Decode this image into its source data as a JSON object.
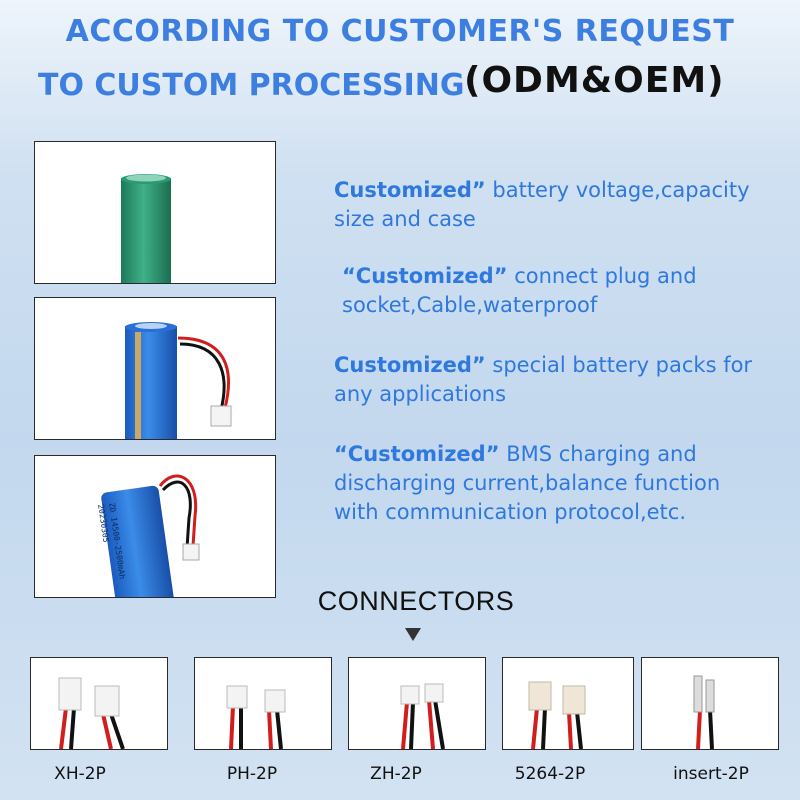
{
  "header": {
    "line1": "ACCORDING TO CUSTOMER'S REQUEST",
    "line2": "TO CUSTOM PROCESSING",
    "line2_highlight": "(ODM&OEM)"
  },
  "features": [
    {
      "keyword": "Customized”",
      "text": " battery voltage,capacity size and case"
    },
    {
      "keyword": "“Customized”",
      "text": " connect plug and socket,Cable,waterproof"
    },
    {
      "keyword": "Customized”",
      "text": " special battery packs for any applications"
    },
    {
      "keyword": "“Customized”",
      "text": " BMS charging and discharging current,balance function with communication protocol,etc."
    }
  ],
  "battery_print": {
    "line1": "ZD 14500-2500mAh",
    "line2": "20230305"
  },
  "connectors": {
    "title": "CONNECTORS",
    "items": [
      {
        "label": "XH-2P"
      },
      {
        "label": "PH-2P"
      },
      {
        "label": "ZH-2P"
      },
      {
        "label": "5264-2P"
      },
      {
        "label": "insert-2P"
      }
    ]
  },
  "colors": {
    "accent_blue": "#3d7fe0",
    "battery_green": "#2a9a72",
    "battery_blue": "#2a6fd6",
    "wire_red": "#d21d1d",
    "wire_black": "#111111"
  }
}
